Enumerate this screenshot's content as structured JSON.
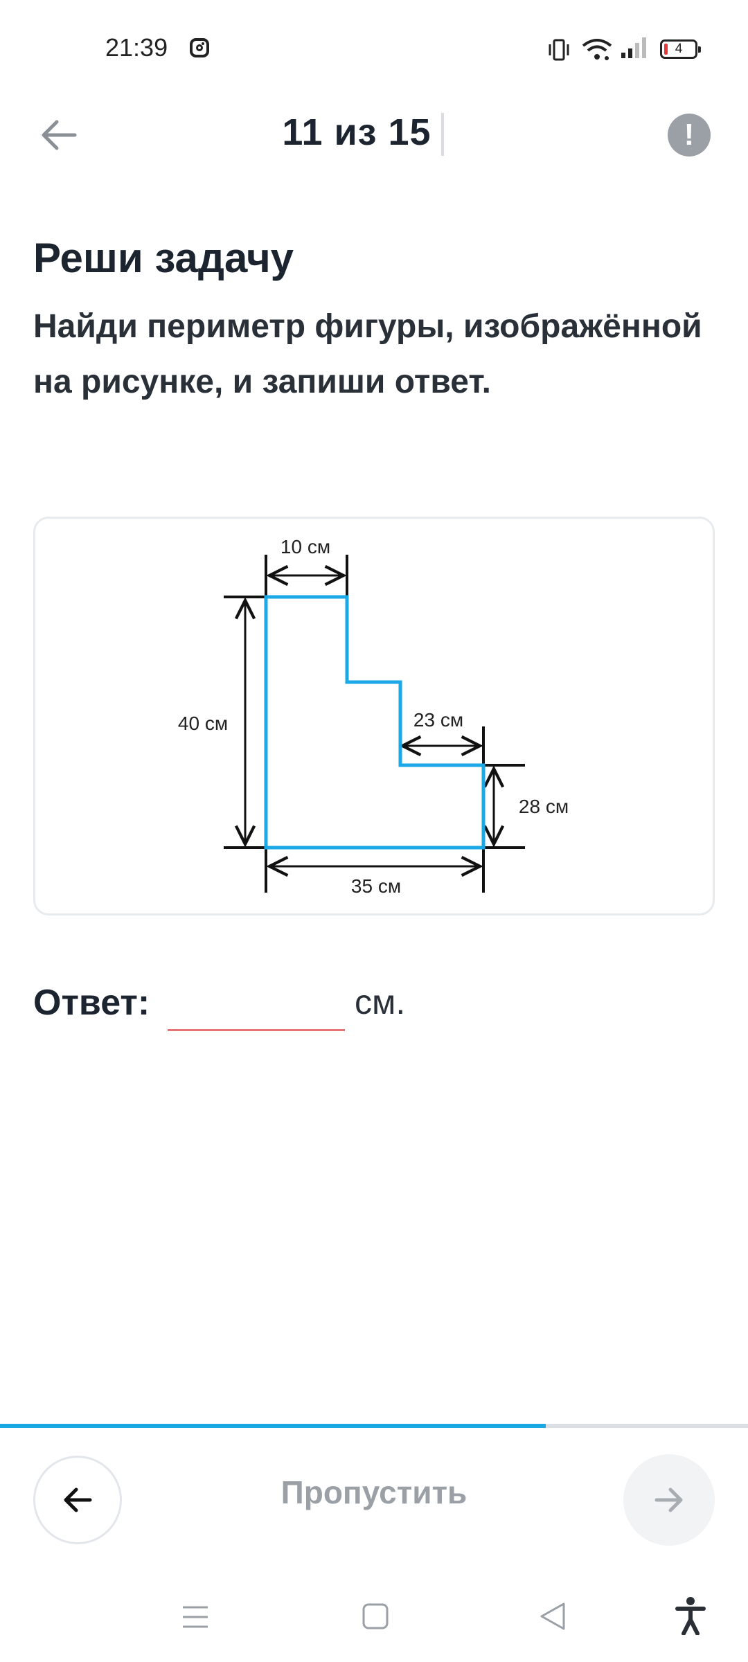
{
  "status_bar": {
    "time": "21:39",
    "battery_level": "4",
    "icons": [
      "instagram-icon",
      "vibrate-icon",
      "wifi-icon",
      "signal-icon",
      "battery-icon"
    ]
  },
  "header": {
    "counter": "11 из 15",
    "back_icon": "arrow-left-icon",
    "report_icon": "exclamation-icon",
    "report_symbol": "!"
  },
  "task": {
    "title": "Реши задачу",
    "text": "Найди периметр фигуры, изображённой на рисунке, и запиши ответ."
  },
  "figure": {
    "labels": {
      "top": "10 см",
      "left": "40 см",
      "step": "23 см",
      "right": "28 см",
      "bottom": "35 см"
    },
    "stroke_color": "#1ba9e6"
  },
  "answer": {
    "label": "Ответ:",
    "value": "",
    "unit": "см."
  },
  "progress": {
    "fraction": 0.73,
    "fill_color": "#1ba9e6"
  },
  "footer": {
    "skip_label": "Пропустить",
    "prev_icon": "arrow-left-icon",
    "next_icon": "arrow-right-icon"
  },
  "system_nav": {
    "icons": [
      "menu-icon",
      "home-icon",
      "back-triangle-icon",
      "accessibility-icon"
    ]
  }
}
